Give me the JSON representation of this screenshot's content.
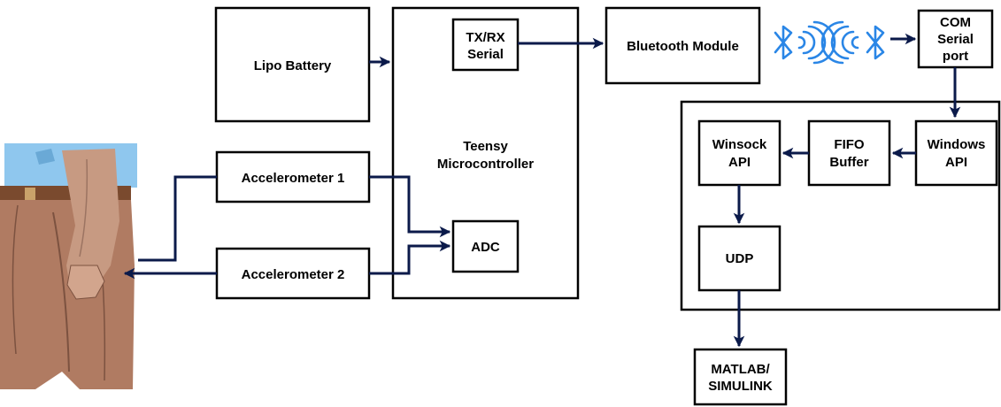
{
  "colors": {
    "box_stroke": "#000000",
    "arrow": "#0b1a4a",
    "bluetooth": "#2a86e6",
    "skin": "#c79a82",
    "shirt": "#8fc7ee",
    "pants": "#b07b62"
  },
  "blocks": {
    "lipo_battery": "Lipo Battery",
    "teensy_line1": "Teensy",
    "teensy_line2": "Microcontroller",
    "txrx_line1": "TX/RX",
    "txrx_line2": "Serial",
    "adc": "ADC",
    "accelerometer_1": "Accelerometer 1",
    "accelerometer_2": "Accelerometer 2",
    "bluetooth_module": "Bluetooth Module",
    "com_line1": "COM",
    "com_line2": "Serial",
    "com_line3": "port",
    "windows_line1": "Windows",
    "windows_line2": "API",
    "fifo_line1": "FIFO",
    "fifo_line2": "Buffer",
    "winsock_line1": "Winsock",
    "winsock_line2": "API",
    "udp": "UDP",
    "matlab_line1": "MATLAB/",
    "matlab_line2": "SIMULINK"
  },
  "icons": [
    "bluetooth-icon",
    "wireless-signal-icon",
    "human-arm-illustration"
  ]
}
